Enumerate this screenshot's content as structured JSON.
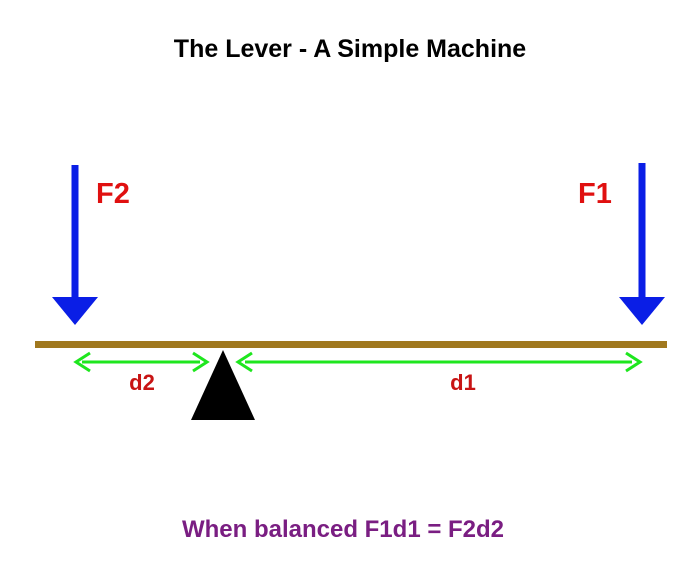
{
  "title": "The Lever - A Simple Machine",
  "forces": {
    "left_label": "F2",
    "right_label": "F1"
  },
  "distances": {
    "left_label": "d2",
    "right_label": "d1"
  },
  "caption": "When balanced F1d1 = F2d2",
  "colors": {
    "title": "#000000",
    "force_arrow": "#0a1ee6",
    "force_label": "#e01010",
    "beam": "#a0781e",
    "distance_arrow": "#1ee61e",
    "distance_label": "#c81414",
    "fulcrum": "#000000",
    "caption": "#7a1e82"
  }
}
